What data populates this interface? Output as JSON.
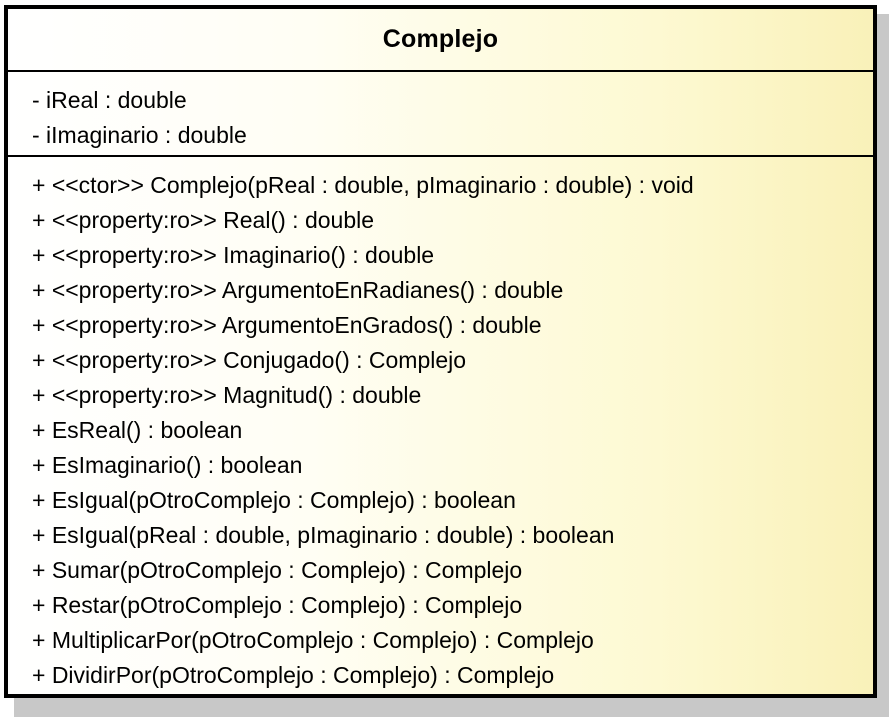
{
  "class": {
    "name": "Complejo",
    "attributes": [
      "- iReal : double",
      "- iImaginario : double"
    ],
    "methods": [
      "+ <<ctor>> Complejo(pReal : double, pImaginario : double) : void",
      "+ <<property:ro>> Real() : double",
      "+ <<property:ro>> Imaginario() : double",
      "+ <<property:ro>> ArgumentoEnRadianes() : double",
      "+ <<property:ro>> ArgumentoEnGrados() : double",
      "+ <<property:ro>> Conjugado() : Complejo",
      "+ <<property:ro>> Magnitud() : double",
      "+ EsReal() : boolean",
      "+ EsImaginario() : boolean",
      "+ EsIgual(pOtroComplejo : Complejo) : boolean",
      "+ EsIgual(pReal : double, pImaginario : double) : boolean",
      "+ Sumar(pOtroComplejo : Complejo) : Complejo",
      "+ Restar(pOtroComplejo : Complejo) : Complejo",
      "+ MultiplicarPor(pOtroComplejo : Complejo) : Complejo",
      "+ DividirPor(pOtroComplejo : Complejo) : Complejo"
    ]
  }
}
